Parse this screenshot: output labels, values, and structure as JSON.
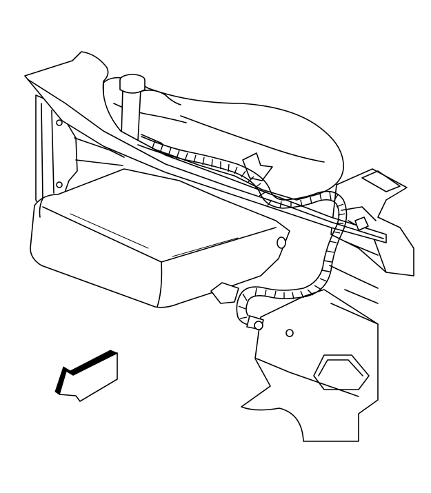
{
  "figure": {
    "kind": "line-art technical illustration",
    "components": [
      "windshield-washer-reservoir",
      "reservoir-filler-cap",
      "wiring-harness-conduit",
      "module-housing",
      "mounting-bracket",
      "body-panel",
      "direction-arrow"
    ],
    "line_color": "#000000",
    "background_color": "#ffffff",
    "arrow_fill": "#000000",
    "arrow_direction": "down-left"
  }
}
